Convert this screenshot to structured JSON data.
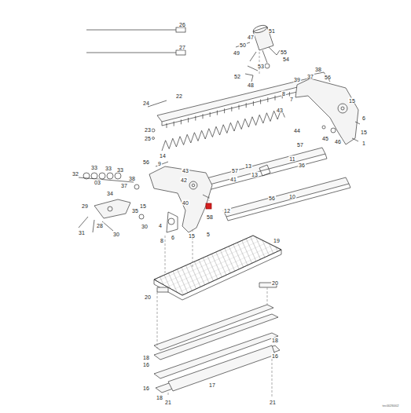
{
  "diagram": {
    "labels": [
      "26",
      "27",
      "51",
      "47",
      "50",
      "49",
      "55",
      "54",
      "53",
      "52",
      "48",
      "38",
      "37",
      "56",
      "39",
      "8",
      "7",
      "43",
      "15",
      "6",
      "15",
      "1",
      "44",
      "45",
      "46",
      "57",
      "36",
      "11",
      "10",
      "56",
      "24",
      "22",
      "23",
      "25",
      "14",
      "9",
      "56",
      "43",
      "42",
      "40",
      "57",
      "41",
      "13",
      "13",
      "58",
      "12",
      "32",
      "33",
      "33",
      "03",
      "33",
      "34",
      "29",
      "35",
      "37",
      "38",
      "15",
      "28",
      "31",
      "30",
      "30",
      "4",
      "8",
      "6",
      "15",
      "5",
      "19",
      "20",
      "20",
      "18",
      "16",
      "16",
      "18",
      "18",
      "16",
      "17",
      "21",
      "21",
      "tec0026002"
    ]
  }
}
